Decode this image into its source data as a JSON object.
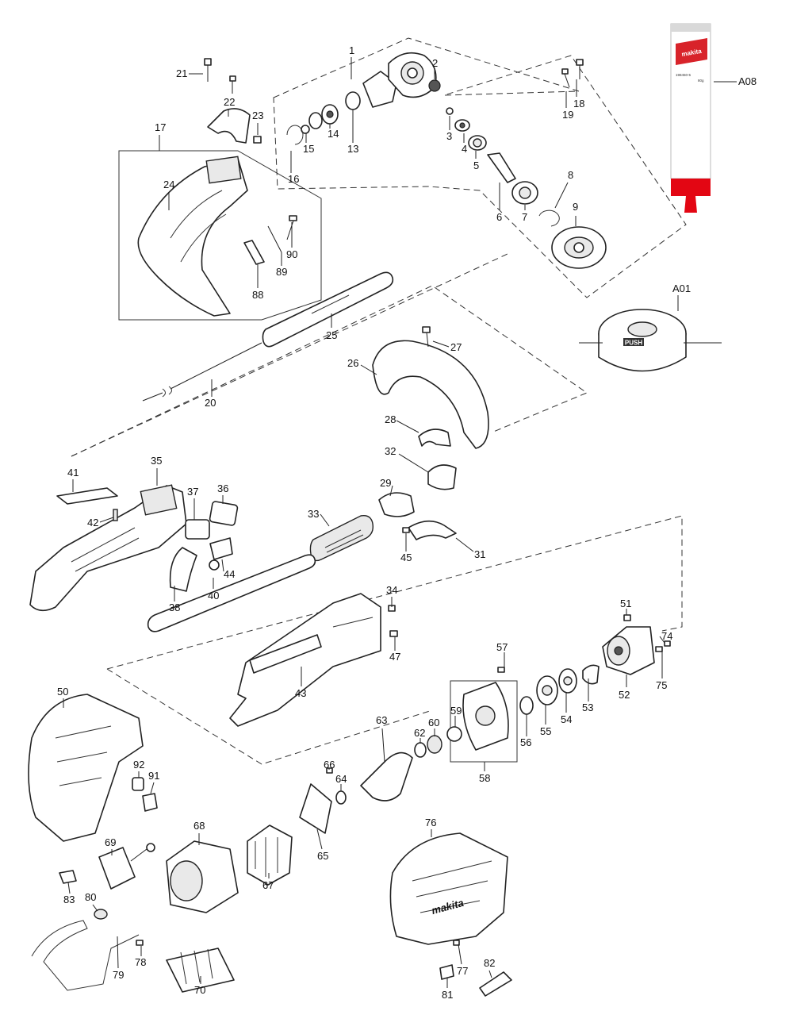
{
  "diagram": {
    "type": "exploded-parts-diagram",
    "brand": "makita",
    "labels": [
      "1",
      "2",
      "3",
      "4",
      "5",
      "6",
      "7",
      "8",
      "9",
      "13",
      "14",
      "15",
      "16",
      "17",
      "18",
      "19",
      "20",
      "21",
      "22",
      "23",
      "24",
      "25",
      "26",
      "27",
      "28",
      "29",
      "31",
      "32",
      "33",
      "34",
      "35",
      "36",
      "37",
      "38",
      "40",
      "41",
      "42",
      "43",
      "44",
      "45",
      "47",
      "50",
      "51",
      "52",
      "53",
      "54",
      "55",
      "56",
      "57",
      "58",
      "59",
      "60",
      "62",
      "63",
      "64",
      "65",
      "66",
      "67",
      "68",
      "69",
      "70",
      "74",
      "75",
      "76",
      "77",
      "78",
      "79",
      "80",
      "81",
      "82",
      "83",
      "88",
      "89",
      "90",
      "91",
      "92",
      "A01",
      "A08"
    ],
    "grease_tube": {
      "brand_text": "makita",
      "part_code": "198450-5",
      "weight": "80g",
      "cap_color": "#e30613",
      "label_color": "#d8232a"
    },
    "spool_head": {
      "push_text": "PUSH"
    },
    "cover_brand": "makita"
  }
}
